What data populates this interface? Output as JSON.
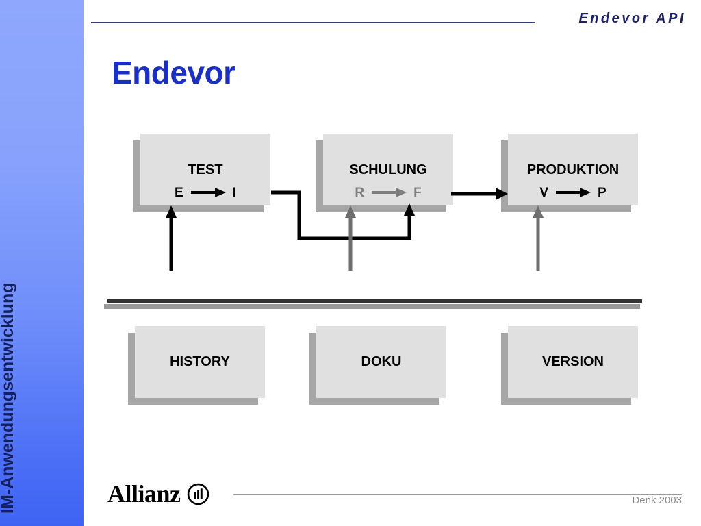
{
  "sidebar": {
    "vertical_label": "IM-Anwendungsentwicklung",
    "gradient_top": "#8fa8fd",
    "gradient_bottom": "#3f63f4",
    "text_color": "#14205e"
  },
  "header": {
    "title": "Endevor API",
    "rule_color": "#353a72",
    "title_color": "#1d2168"
  },
  "slide": {
    "title": "Endevor",
    "title_color": "#1a2fc6"
  },
  "process_row": {
    "boxes": [
      {
        "name": "TEST",
        "from_label": "E",
        "to_label": "I",
        "arrow_color": "#000000",
        "label_color": "#000000"
      },
      {
        "name": "SCHULUNG",
        "from_label": "R",
        "to_label": "F",
        "arrow_color": "#7d7d7d",
        "label_color": "#7d7d7d"
      },
      {
        "name": "PRODUKTION",
        "from_label": "V",
        "to_label": "P",
        "arrow_color": "#000000",
        "label_color": "#000000"
      }
    ],
    "box_fill": "#e0e0e0",
    "box_shadow": "#a6a6a6"
  },
  "asset_row": {
    "boxes": [
      {
        "name": "HISTORY"
      },
      {
        "name": "DOKU"
      },
      {
        "name": "VERSION"
      }
    ],
    "box_fill": "#e0e0e0",
    "box_shadow": "#a6a6a6"
  },
  "separator": {
    "dark_color": "#333333",
    "light_color": "#999999"
  },
  "footer": {
    "brand": "Allianz",
    "credit": "Denk 2003",
    "credit_color": "#8a8a8a",
    "rule_color": "#9b9b9b"
  },
  "connectors": {
    "black_color": "#000000",
    "gray_color": "#6e6e6e",
    "notes": [
      "black arrow up into TEST E",
      "black line from TEST right edge down and right, up into SCHULUNG F",
      "gray arrow up into SCHULUNG R",
      "black arrow from SCHULUNG right edge to PRODUKTION left edge",
      "gray arrow up into PRODUKTION V"
    ]
  }
}
